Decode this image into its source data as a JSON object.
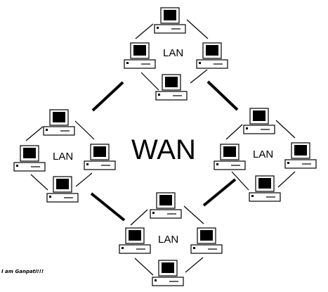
{
  "diagram": {
    "center_label": "WAN",
    "lans": [
      {
        "id": "top",
        "label": "LAN"
      },
      {
        "id": "left",
        "label": "LAN"
      },
      {
        "id": "right",
        "label": "LAN"
      },
      {
        "id": "bottom",
        "label": "LAN"
      }
    ],
    "signature": "I am Ganpati!!!"
  },
  "colors": {
    "stroke": "#000000",
    "background": "#ffffff"
  }
}
